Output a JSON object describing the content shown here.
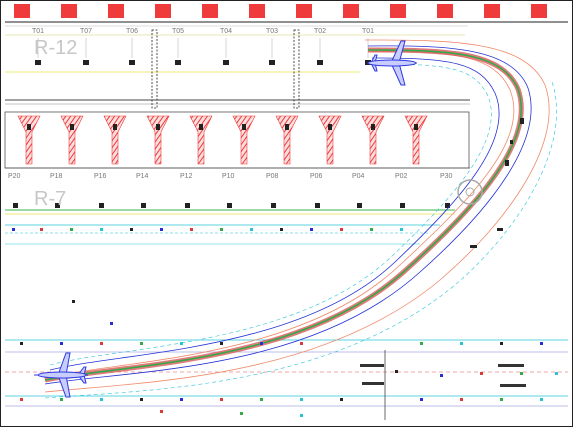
{
  "drawing": {
    "apron_labels": [
      "R-12",
      "R-7"
    ],
    "upper_stand_labels": [
      "T01",
      "T07",
      "T06",
      "T05",
      "T04",
      "T03",
      "T02",
      "T01"
    ],
    "lower_stand_labels": [
      "P20",
      "P18",
      "P16",
      "P14",
      "P12",
      "P10",
      "P08",
      "P06",
      "P04",
      "P02",
      "P30"
    ],
    "colors": {
      "hatch": "#ef3b3b",
      "taxi_path_red": "#d95a5a",
      "taxi_path_green": "#35a84a",
      "blue_edge": "#2430d6",
      "red_edge": "#f08a6a",
      "cyan": "#27c4d8",
      "aircraft": "#2d3ae0",
      "yellow": "#e2e04a",
      "green_line": "#3bb34a"
    },
    "icons": [
      "aircraft-icon",
      "aircraft-icon",
      "compass-circle-icon"
    ]
  }
}
